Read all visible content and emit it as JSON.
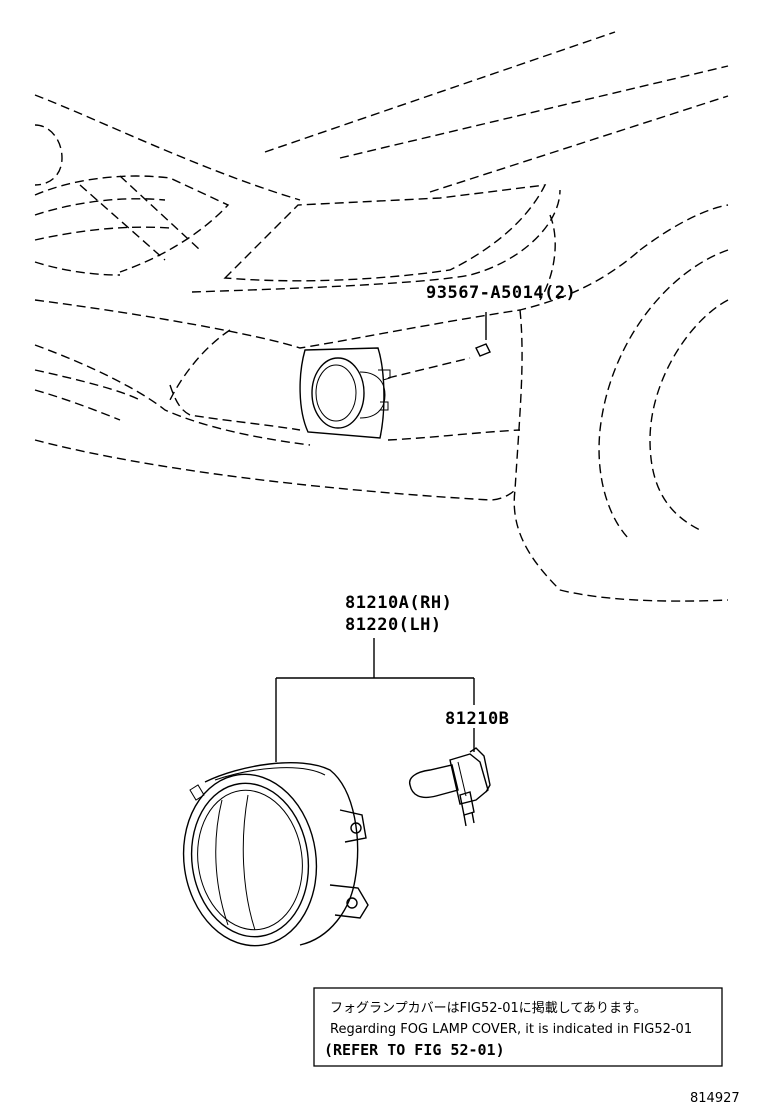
{
  "callouts": {
    "bolt": "93567-A5014(2)",
    "fog_lamp_rh": "81210A(RH)",
    "fog_lamp_lh": "81220(LH)",
    "bulb": "81210B"
  },
  "note": {
    "japanese": "フォグランプカバーはFIG52-01に掲載してあります。",
    "english": "Regarding FOG LAMP COVER, it is indicated in FIG52-01",
    "refer": "(REFER TO FIG 52-01)"
  },
  "diagram_code": "814927"
}
